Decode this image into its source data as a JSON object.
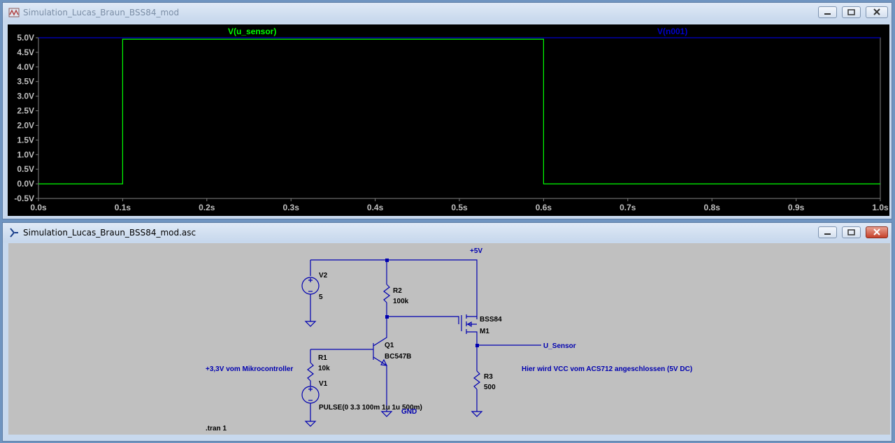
{
  "waveform_window": {
    "title": "Simulation_Lucas_Braun_BSS84_mod",
    "icon": "waveform-icon",
    "controls": [
      "minimize-icon",
      "restore-icon",
      "close-icon"
    ]
  },
  "schematic_window": {
    "title": "Simulation_Lucas_Braun_BSS84_mod.asc",
    "icon": "schematic-icon",
    "controls": [
      "minimize-icon",
      "restore-icon",
      "close-icon"
    ]
  },
  "chart_data": {
    "type": "line",
    "series": [
      {
        "name": "V(u_sensor)",
        "color": "#00ff00",
        "x": [
          0,
          0.1,
          0.1,
          0.6,
          0.6,
          1.0
        ],
        "y": [
          0,
          0,
          4.95,
          4.95,
          0,
          0
        ]
      },
      {
        "name": "V(n001)",
        "color": "#0000cc",
        "x": [
          0,
          1.0
        ],
        "y": [
          5.0,
          5.0
        ]
      }
    ],
    "xticks": [
      "0.0s",
      "0.1s",
      "0.2s",
      "0.3s",
      "0.4s",
      "0.5s",
      "0.6s",
      "0.7s",
      "0.8s",
      "0.9s",
      "1.0s"
    ],
    "xtick_values": [
      0,
      0.1,
      0.2,
      0.3,
      0.4,
      0.5,
      0.6,
      0.7,
      0.8,
      0.9,
      1.0
    ],
    "yticks": [
      "5.0V",
      "4.5V",
      "4.0V",
      "3.5V",
      "3.0V",
      "2.5V",
      "2.0V",
      "1.5V",
      "1.0V",
      "0.5V",
      "0.0V",
      "-0.5V"
    ],
    "ytick_values": [
      5.0,
      4.5,
      4.0,
      3.5,
      3.0,
      2.5,
      2.0,
      1.5,
      1.0,
      0.5,
      0.0,
      -0.5
    ],
    "xlim": [
      0,
      1.0
    ],
    "ylim": [
      -0.5,
      5.0
    ],
    "grid": false,
    "colors": {
      "background": "#000000",
      "axis": "#808080",
      "tick_labels": "#c0c0c0"
    }
  },
  "schematic": {
    "net_5v": "+5V",
    "v2": {
      "name": "V2",
      "value": "5"
    },
    "r2": {
      "name": "R2",
      "value": "100k"
    },
    "m1": {
      "model": "BSS84",
      "name": "M1"
    },
    "q1": {
      "name": "Q1",
      "model": "BC547B"
    },
    "r1": {
      "name": "R1",
      "value": "10k"
    },
    "v1": {
      "name": "V1",
      "value": "PULSE(0 3.3 100m 1u 1u 500m)"
    },
    "r3": {
      "name": "R3",
      "value": "500"
    },
    "u_sensor": "U_Sensor",
    "gnd": "GND",
    "comment_mcu": "+3,3V vom Mikrocontroller",
    "comment_acs": "Hier wird VCC vom ACS712 angeschlossen (5V DC)",
    "directive": ".tran 1",
    "wire_color": "#0000b0"
  }
}
